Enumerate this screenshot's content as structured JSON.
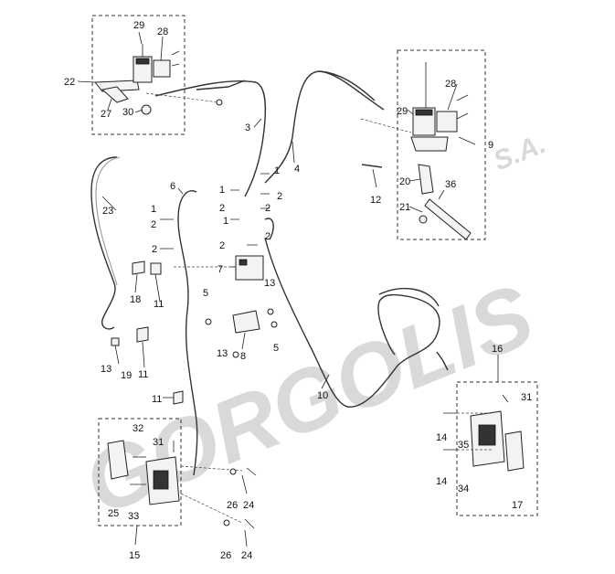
{
  "watermark": {
    "brand": "GORGOLIS",
    "suffix": "S.A."
  },
  "callouts": {
    "c1a": "1",
    "c1b": "1",
    "c1c": "1",
    "c1d": "1",
    "c2a": "2",
    "c2b": "2",
    "c2c": "2",
    "c2d": "2",
    "c2e": "2",
    "c2f": "2",
    "c2g": "2",
    "c3": "3",
    "c4": "4",
    "c5a": "5",
    "c5b": "5",
    "c6": "6",
    "c7": "7",
    "c8": "8",
    "c9": "9",
    "c10": "10",
    "c11a": "11",
    "c11b": "11",
    "c11c": "11",
    "c12": "12",
    "c13a": "13",
    "c13b": "13",
    "c13c": "13",
    "c14a": "14",
    "c14b": "14",
    "c15": "15",
    "c16": "16",
    "c17": "17",
    "c18": "18",
    "c19": "19",
    "c20": "20",
    "c21": "21",
    "c22": "22",
    "c23": "23",
    "c24a": "24",
    "c24b": "24",
    "c25": "25",
    "c26a": "26",
    "c26b": "26",
    "c27": "27",
    "c28a": "28",
    "c28b": "28",
    "c29a": "29",
    "c29b": "29",
    "c30": "30",
    "c31a": "31",
    "c31b": "31",
    "c32": "32",
    "c33": "33",
    "c34": "34",
    "c35": "35",
    "c36": "36"
  }
}
